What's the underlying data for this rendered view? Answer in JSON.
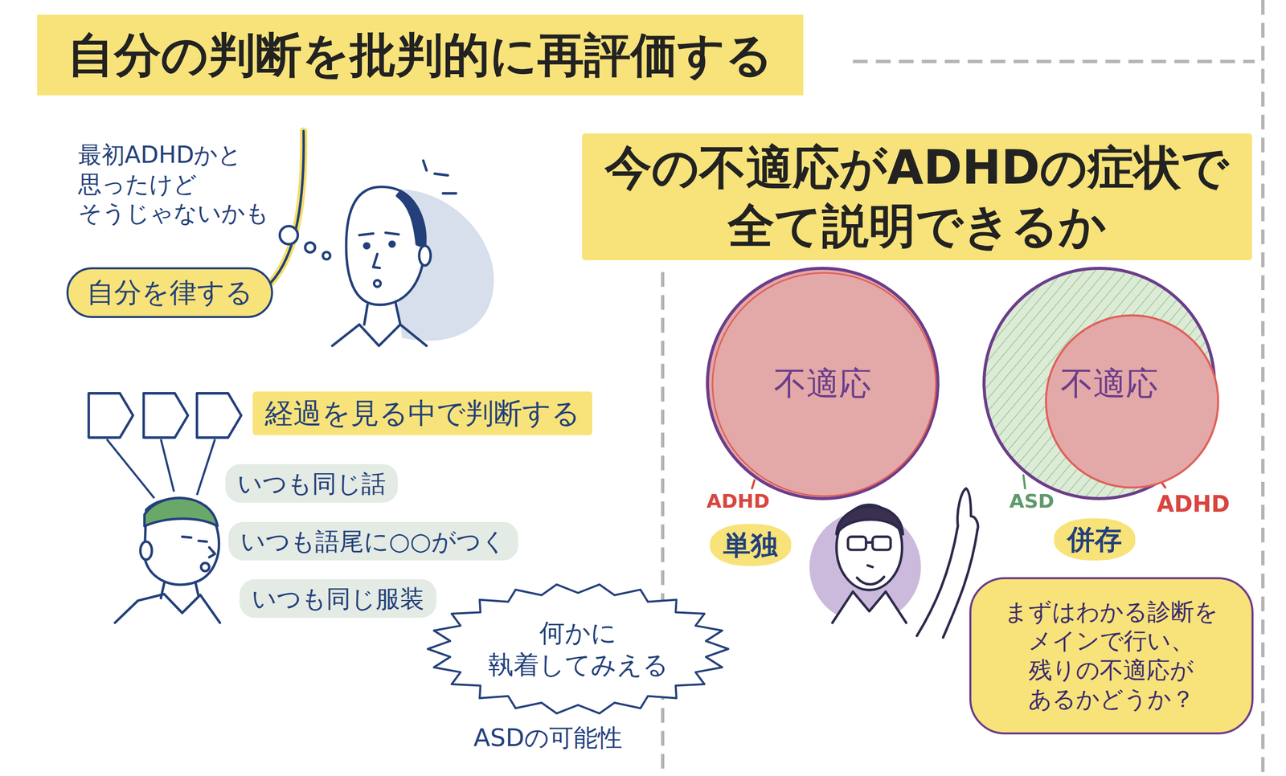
{
  "diagram": {
    "title": "自分の判断を批判的に再評価する",
    "nodes": [
      {
        "text": [
          "自分を律する"
        ]
      },
      {
        "text": [
          "経過を見る中で判断する"
        ]
      },
      {
        "text": [
          "いつも同じ話"
        ]
      },
      {
        "text": [
          "いつも語尾に○○がつく"
        ]
      },
      {
        "text": [
          "いつも同じ服装"
        ]
      },
      {
        "text": [
          "何かに 執着してみえる"
        ]
      },
      {
        "text": [
          "今の不適応がADHDの症状で 全て説明できるか"
        ]
      },
      {
        "text": [
          "不適応"
        ]
      },
      {
        "text": [
          "単独"
        ]
      },
      {
        "text": [
          "不適応"
        ]
      },
      {
        "text": [
          "併存"
        ]
      },
      {
        "text": [
          "まずはわかる診断を メインで行い、 残りの不適応が あるかどうか？"
        ]
      }
    ],
    "labels": [
      "最初ADHDかと 思ったけど そうじゃないかも",
      "ASDの可能性",
      "ADHD",
      "ASD",
      "ADHD"
    ]
  }
}
